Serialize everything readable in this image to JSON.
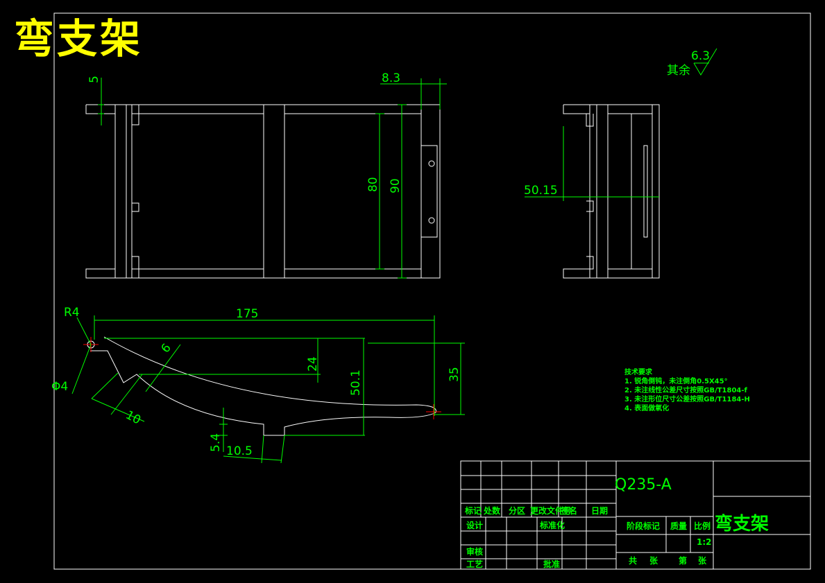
{
  "title": "弯支架",
  "colors": {
    "background": "#000000",
    "outline": "#ffffff",
    "dimension": "#00ff00",
    "title": "#ffff00",
    "center": "#ff0000"
  },
  "roughness": {
    "value": "6.3",
    "label": "其余"
  },
  "dimensions": {
    "top_view": {
      "d5": "5",
      "d8_3": "8.3",
      "d80": "80",
      "d90": "90"
    },
    "side_view": {
      "d50_15": "50.15"
    },
    "bent_view": {
      "r4": "R4",
      "d175": "175",
      "d6": "6",
      "d24": "24",
      "d50_1": "50.1",
      "d35": "35",
      "phi4": "Φ4",
      "d10": "10",
      "d5_4": "5.4",
      "d10_5": "10.5"
    }
  },
  "tech_requirements": {
    "heading": "技术要求",
    "items": [
      "1. 锐角倒钝，未注倒角0.5X45°",
      "2. 未注线性公差尺寸按照GB/T1804-f",
      "3. 未注形位尺寸公差按照GB/T1184-H",
      "4. 表面做氧化"
    ]
  },
  "title_block": {
    "material": "Q235-A",
    "part_name": "弯支架",
    "headers": [
      "标记",
      "处数",
      "分区",
      "更改文件号",
      "签名",
      "日期"
    ],
    "design": "设计",
    "standardize": "标准化",
    "review": "审核",
    "process": "工艺",
    "approve": "批准",
    "stage_mark": "阶段标记",
    "weight": "质量",
    "scale": "比例",
    "scale_value": "1:2",
    "total": "共",
    "sheets": "张",
    "page": "第"
  }
}
